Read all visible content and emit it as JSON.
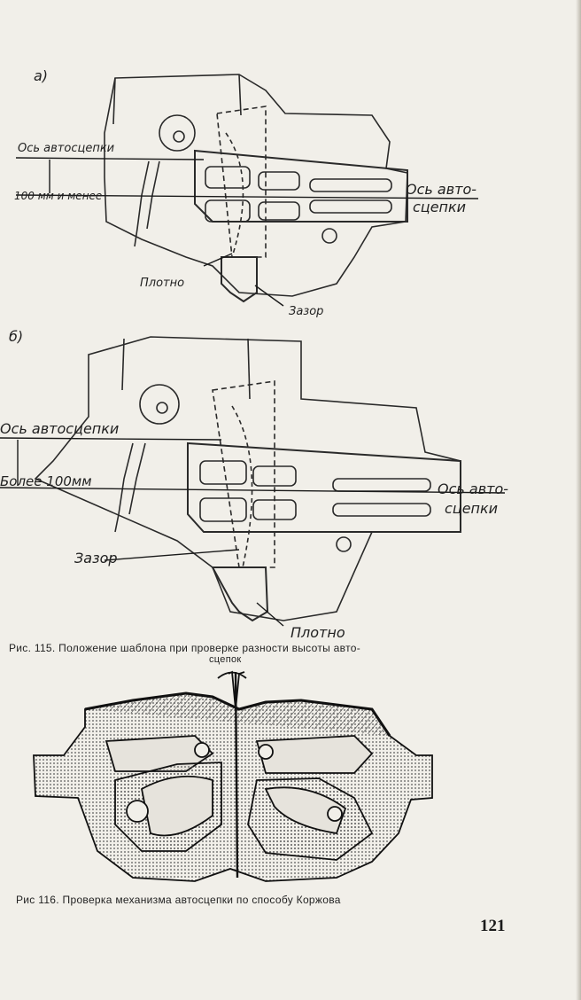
{
  "fig115": {
    "panel_a_label": "а)",
    "panel_b_label": "б)",
    "a": {
      "axis_coupler": "Ось автосцепки",
      "distance": "100 мм и менее",
      "axis_right_1": "Ось авто-",
      "axis_right_2": "сцепки",
      "tight": "Плотно",
      "gap": "Зазор"
    },
    "b": {
      "axis_coupler": "Ось автосцепки",
      "distance": "Более 100мм",
      "axis_right_1": "Ось авто-",
      "axis_right_2": "сцепки",
      "gap": "Зазор",
      "tight": "Плотно"
    },
    "caption_line1": "Рис.  115.   Положение шаблона при проверке   разности высоты авто-",
    "caption_line2": "сцепок"
  },
  "fig116": {
    "caption": "Рис  116. Проверка механизма автосцепки по способу Коржова"
  },
  "page_number": "121"
}
